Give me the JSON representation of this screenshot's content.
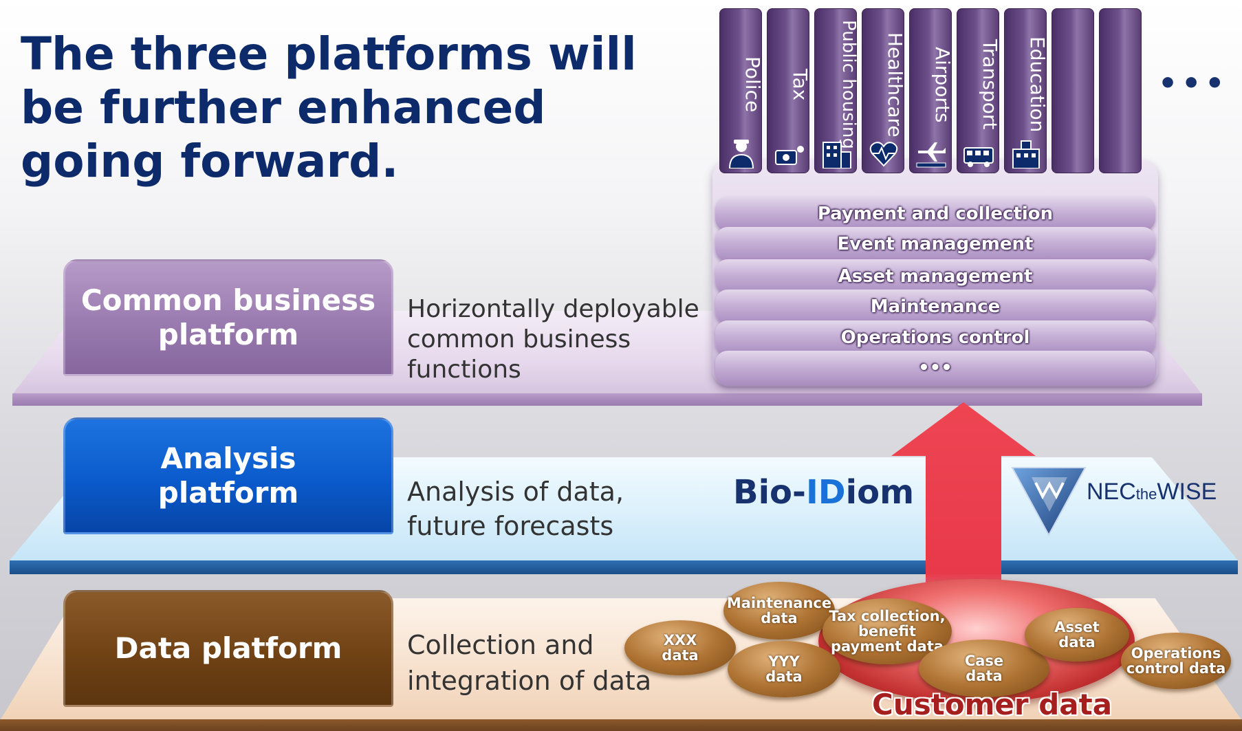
{
  "title": "The three platforms will be further enhanced going forward.",
  "platforms": {
    "common": {
      "label": "Common business platform",
      "description": "Horizontally deployable common business functions"
    },
    "analysis": {
      "label": "Analysis platform",
      "description": "Analysis of data, future forecasts"
    },
    "data": {
      "label": "Data platform",
      "description": "Collection and integration of data"
    }
  },
  "services": [
    {
      "label": "Police",
      "icon": "police-officer-icon"
    },
    {
      "label": "Tax",
      "icon": "money-icon"
    },
    {
      "label": "Public housing",
      "icon": "apartment-building-icon"
    },
    {
      "label": "Healthcare",
      "icon": "heartbeat-icon"
    },
    {
      "label": "Airports",
      "icon": "airplane-icon"
    },
    {
      "label": "Transport",
      "icon": "bus-icon"
    },
    {
      "label": "Education",
      "icon": "school-icon"
    },
    {
      "label": "",
      "icon": ""
    },
    {
      "label": "",
      "icon": ""
    }
  ],
  "services_more": "•••",
  "functions": [
    "Payment and collection",
    "Event management",
    "Asset management",
    "Maintenance",
    "Operations control",
    "•••"
  ],
  "analysis_products": {
    "bio_prefix": "Bio-",
    "bio_highlight": "ID",
    "bio_suffix": "iom",
    "nec_main": "NEC",
    "nec_small": "the",
    "nec_end": "WISE"
  },
  "data_items": [
    "Maintenance data",
    "XXX data",
    "YYY data",
    "Tax collection, benefit payment data",
    "Case data",
    "Asset data",
    "Operations control data"
  ],
  "customer_data_label": "Customer data",
  "colors": {
    "title": "#0d2a6b",
    "common_platform": "#9a7bb0",
    "analysis_platform": "#0a5acb",
    "data_platform": "#704214",
    "arrow": "#e8394a",
    "customer_data": "#a51f1f"
  }
}
